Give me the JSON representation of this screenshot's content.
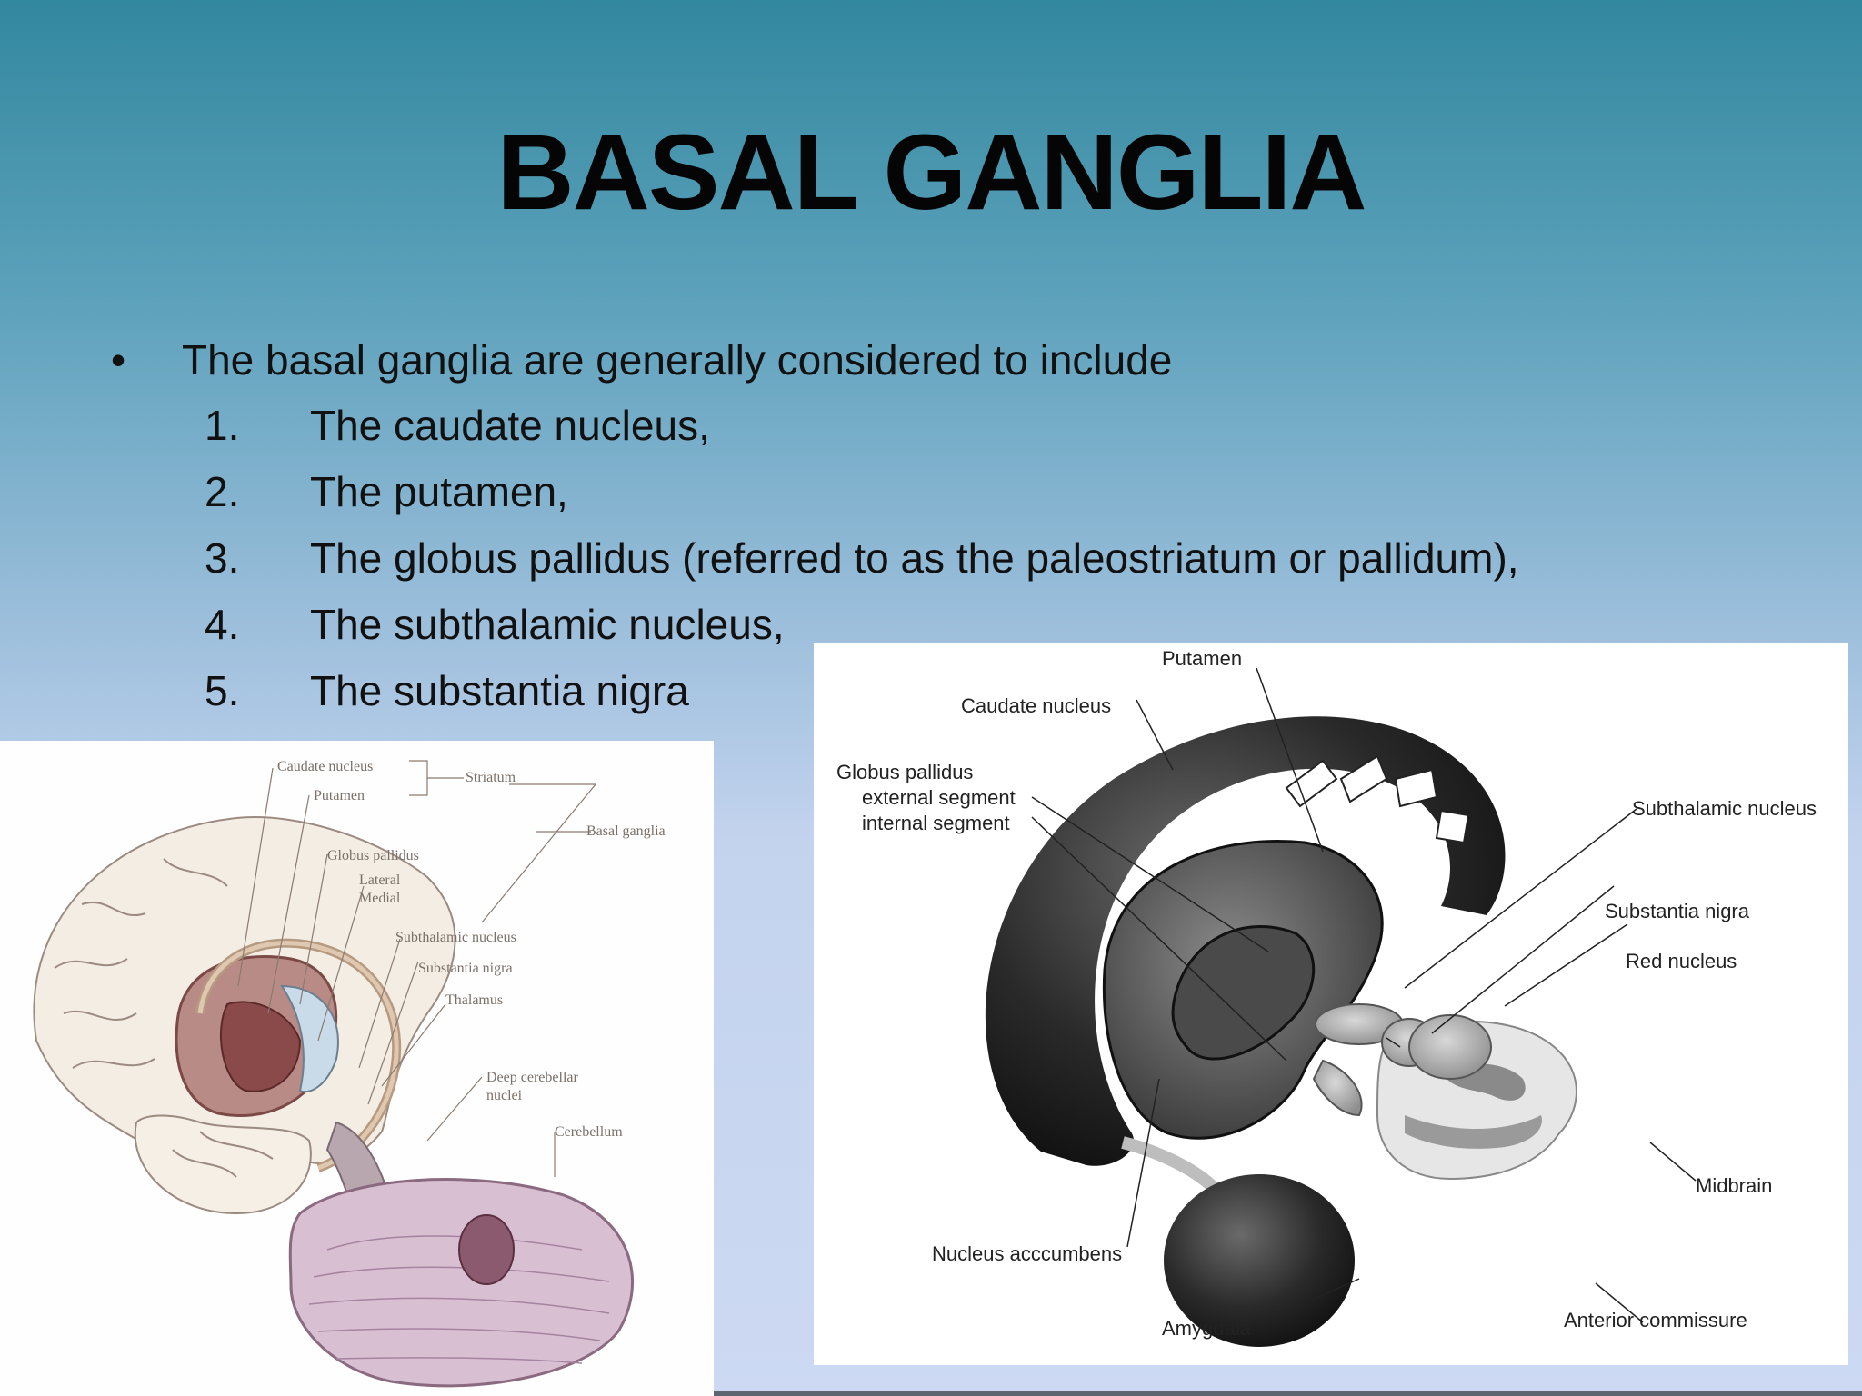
{
  "title": "BASAL GANGLIA",
  "intro": {
    "bullet": "•",
    "text": "The basal ganglia are generally considered to include"
  },
  "items": [
    {
      "num": "1.",
      "text": "The caudate nucleus,"
    },
    {
      "num": "2.",
      "text": "The putamen,"
    },
    {
      "num": "3.",
      "text": "The globus pallidus (referred to as the paleostriatum or pallidum),"
    },
    {
      "num": "4.",
      "text": "The subthalamic nucleus,"
    },
    {
      "num": "5.",
      "text": "The substantia nigra"
    }
  ],
  "figure_left": {
    "labels": {
      "caudate": "Caudate nucleus",
      "putamen": "Putamen",
      "striatum": "Striatum",
      "basal_ganglia": "Basal ganglia",
      "globus_pallidus": "Globus pallidus",
      "lateral": "Lateral",
      "medial": "Medial",
      "subthalamic": "Subthalamic nucleus",
      "substantia_nigra": "Substantia nigra",
      "thalamus": "Thalamus",
      "deep_cerebellar_1": "Deep cerebellar",
      "deep_cerebellar_2": "nuclei",
      "cerebellum": "Cerebellum"
    }
  },
  "figure_right": {
    "labels": {
      "putamen": "Putamen",
      "caudate": "Caudate nucleus",
      "globus_pallidus": "Globus pallidus",
      "external_segment": "external segment",
      "internal_segment": "internal segment",
      "subthalamic": "Subthalamic nucleus",
      "substantia_nigra": "Substantia nigra",
      "red_nucleus": "Red nucleus",
      "midbrain": "Midbrain",
      "nucleus_accumbens": "Nucleus acccumbens",
      "amygdala": "Amygdala",
      "anterior_commissure": "Anterior commissure"
    }
  }
}
